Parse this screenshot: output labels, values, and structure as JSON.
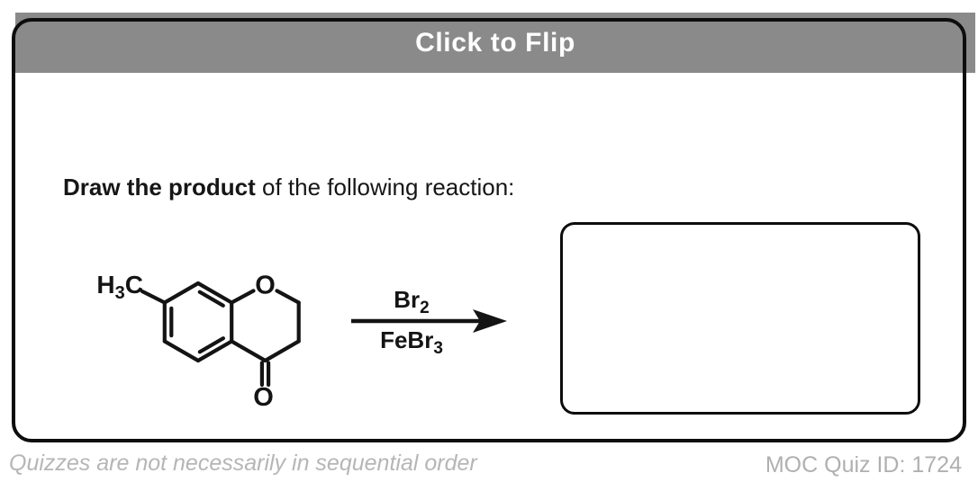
{
  "header": {
    "title": "Click to Flip"
  },
  "question": {
    "bold": "Draw the product",
    "rest": " of the following reaction:"
  },
  "reactant": {
    "methyl_main": "H",
    "methyl_sub": "3",
    "methyl_tail": "C",
    "ring_oxygen": "O",
    "carbonyl_oxygen": "O"
  },
  "reagents": {
    "above_main": "Br",
    "above_sub": "2",
    "below_main": "FeBr",
    "below_sub": "3"
  },
  "footer": {
    "note": "Quizzes are not necessarily in sequential order",
    "quiz_id": "MOC Quiz ID: 1724"
  },
  "colors": {
    "header_bg": "#8a8a8a",
    "header_text": "#ffffff",
    "ink": "#141414",
    "muted_text": "#b3b3b3",
    "card_border": "#0d0d0d"
  }
}
